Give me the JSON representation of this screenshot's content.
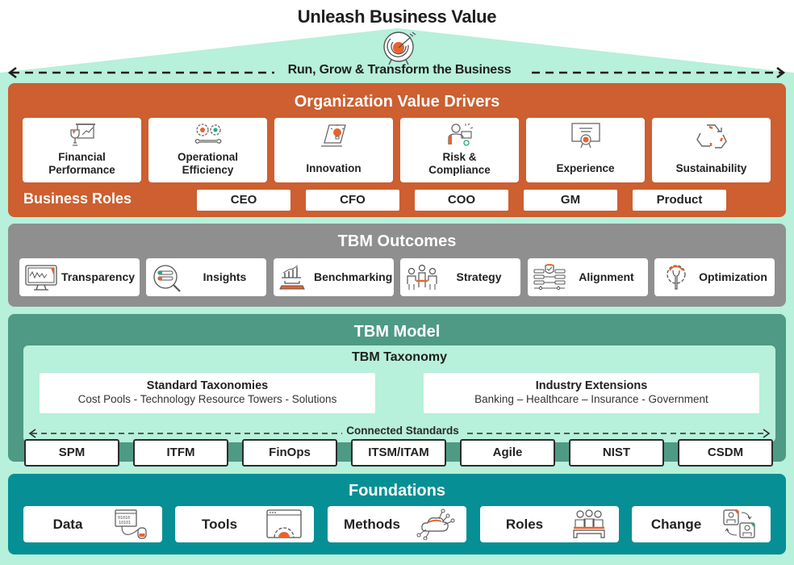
{
  "header": {
    "title": "Unleash Business Value",
    "subtitle": "Run, Grow & Transform the Business",
    "icon": "target-icon"
  },
  "colors": {
    "mint_background": "#b7f0db",
    "value_drivers": "#cd5f30",
    "outcomes": "#8f8f8f",
    "model": "#4e9a84",
    "foundations": "#068f95",
    "accent_orange": "#e8642d",
    "accent_green": "#26a68a"
  },
  "value_drivers": {
    "title": "Organization Value Drivers",
    "items": [
      {
        "label_line1": "Financial",
        "label_line2": "Performance",
        "icon": "trophy-chart-icon"
      },
      {
        "label_line1": "Operational",
        "label_line2": "Efficiency",
        "icon": "gears-wrench-icon"
      },
      {
        "label_line1": "Innovation",
        "label_line2": "",
        "icon": "lightbulb-laptop-icon"
      },
      {
        "label_line1": "Risk &",
        "label_line2": "Compliance",
        "icon": "person-certificate-icon"
      },
      {
        "label_line1": "Experience",
        "label_line2": "",
        "icon": "certificate-badge-icon"
      },
      {
        "label_line1": "Sustainability",
        "label_line2": "",
        "icon": "recycle-icon"
      }
    ],
    "business_roles_label": "Business Roles",
    "roles": [
      "CEO",
      "CFO",
      "COO",
      "GM",
      "Product"
    ]
  },
  "outcomes": {
    "title": "TBM Outcomes",
    "items": [
      {
        "label": "Transparency",
        "icon": "monitor-chart-icon"
      },
      {
        "label": "Insights",
        "icon": "magnifier-list-icon"
      },
      {
        "label": "Benchmarking",
        "icon": "bar-chart-platform-icon"
      },
      {
        "label": "Strategy",
        "icon": "people-meeting-icon"
      },
      {
        "label": "Alignment",
        "icon": "shield-network-icon"
      },
      {
        "label": "Optimization",
        "icon": "gear-wrench-icon"
      }
    ]
  },
  "model": {
    "title": "TBM Model",
    "taxonomy_title": "TBM Taxonomy",
    "standard": {
      "title": "Standard Taxonomies",
      "detail": "Cost Pools - Technology Resource Towers - Solutions"
    },
    "industry": {
      "title": "Industry Extensions",
      "detail": "Banking – Healthcare – Insurance - Government"
    },
    "connected_label": "Connected Standards",
    "standards": [
      "SPM",
      "ITFM",
      "FinOps",
      "ITSM/ITAM",
      "Agile",
      "NIST",
      "CSDM"
    ]
  },
  "foundations": {
    "title": "Foundations",
    "items": [
      {
        "label": "Data",
        "icon": "binary-mouse-icon"
      },
      {
        "label": "Tools",
        "icon": "browser-gear-icon"
      },
      {
        "label": "Methods",
        "icon": "cloud-network-icon"
      },
      {
        "label": "Roles",
        "icon": "team-podium-icon"
      },
      {
        "label": "Change",
        "icon": "swap-users-icon"
      }
    ]
  }
}
